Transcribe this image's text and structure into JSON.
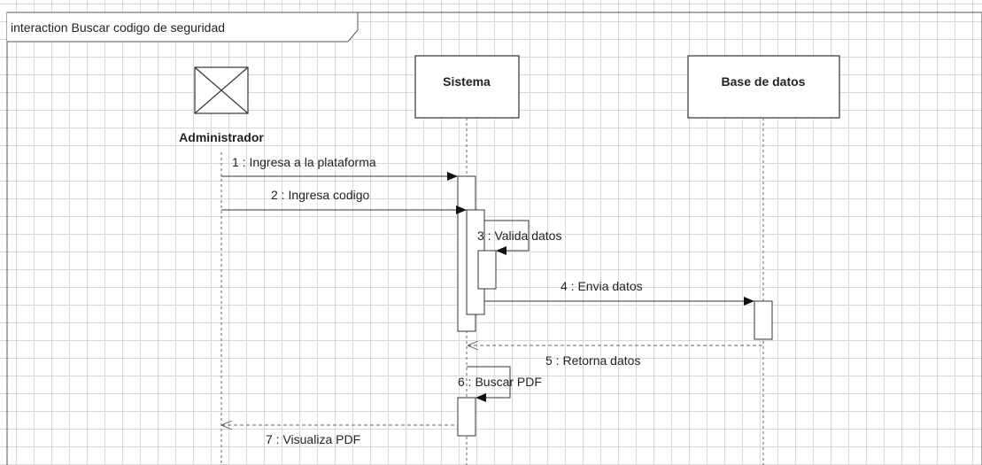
{
  "frame": {
    "title": "interaction Buscar codigo de seguridad"
  },
  "lifelines": [
    {
      "id": "admin",
      "label": "Administrador",
      "kind": "actor"
    },
    {
      "id": "sistema",
      "label": "Sistema",
      "kind": "object"
    },
    {
      "id": "bd",
      "label": "Base de datos",
      "kind": "object"
    }
  ],
  "messages": [
    {
      "label": "1 : Ingresa a la plataforma",
      "from": "admin",
      "to": "sistema",
      "type": "sync"
    },
    {
      "label": "2 : Ingresa codigo",
      "from": "admin",
      "to": "sistema",
      "type": "sync"
    },
    {
      "label": "3 : Valida datos",
      "from": "sistema",
      "to": "sistema",
      "type": "self"
    },
    {
      "label": "4 : Envia datos",
      "from": "sistema",
      "to": "bd",
      "type": "sync"
    },
    {
      "label": "5 : Retorna datos",
      "from": "bd",
      "to": "sistema",
      "type": "return"
    },
    {
      "label": "6 : Buscar PDF",
      "from": "sistema",
      "to": "sistema",
      "type": "self"
    },
    {
      "label": "7 : Visualiza PDF",
      "from": "sistema",
      "to": "admin",
      "type": "return"
    }
  ],
  "colors": {
    "line": "#333333",
    "grid": "#d8d8d8",
    "border": "#555555",
    "text": "#222222"
  }
}
